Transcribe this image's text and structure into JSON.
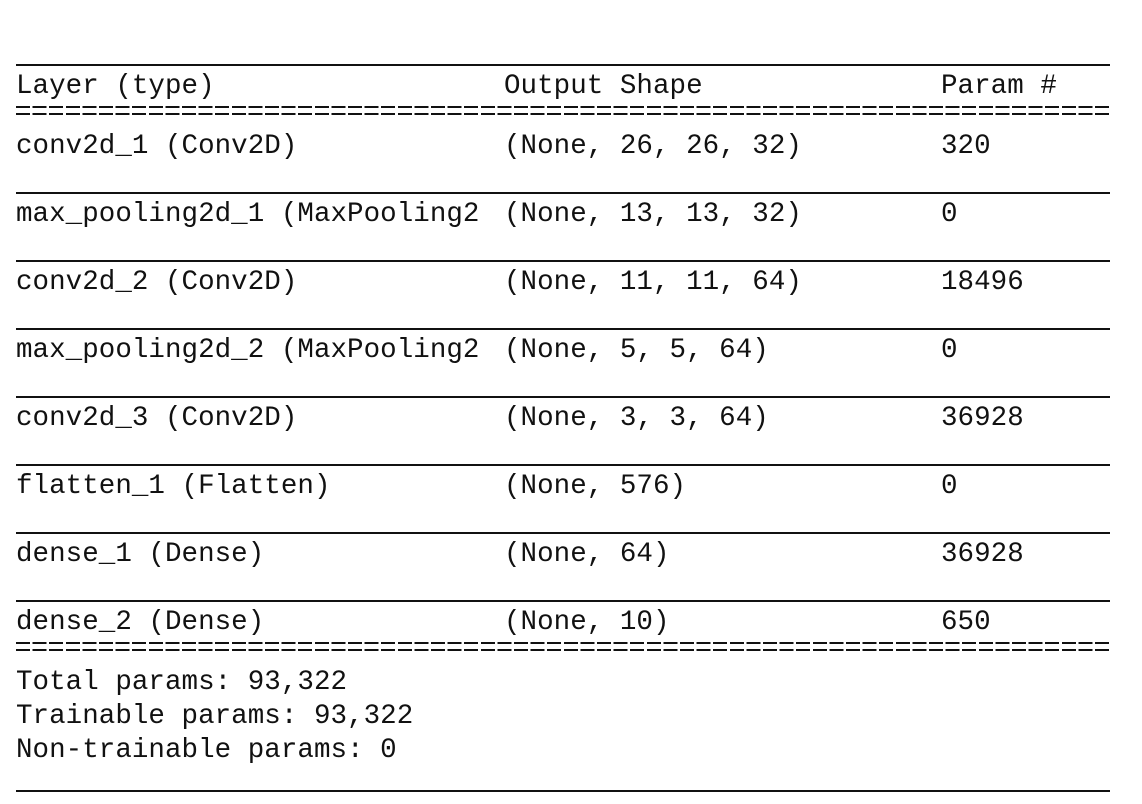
{
  "header": {
    "layer": "Layer (type)",
    "output_shape": "Output Shape",
    "param": "Param #"
  },
  "layers": [
    {
      "name": "conv2d_1 (Conv2D)",
      "shape": "(None, 26, 26, 32)",
      "params": "320"
    },
    {
      "name": "max_pooling2d_1 (MaxPooling2",
      "shape": "(None, 13, 13, 32)",
      "params": "0"
    },
    {
      "name": "conv2d_2 (Conv2D)",
      "shape": "(None, 11, 11, 64)",
      "params": "18496"
    },
    {
      "name": "max_pooling2d_2 (MaxPooling2",
      "shape": "(None, 5, 5, 64)",
      "params": "0"
    },
    {
      "name": "conv2d_3 (Conv2D)",
      "shape": "(None, 3, 3, 64)",
      "params": "36928"
    },
    {
      "name": "flatten_1 (Flatten)",
      "shape": "(None, 576)",
      "params": "0"
    },
    {
      "name": "dense_1 (Dense)",
      "shape": "(None, 64)",
      "params": "36928"
    },
    {
      "name": "dense_2 (Dense)",
      "shape": "(None, 10)",
      "params": "650"
    }
  ],
  "totals": {
    "total": "Total params: 93,322",
    "trainable": "Trainable params: 93,322",
    "non_trainable": "Non-trainable params: 0"
  }
}
